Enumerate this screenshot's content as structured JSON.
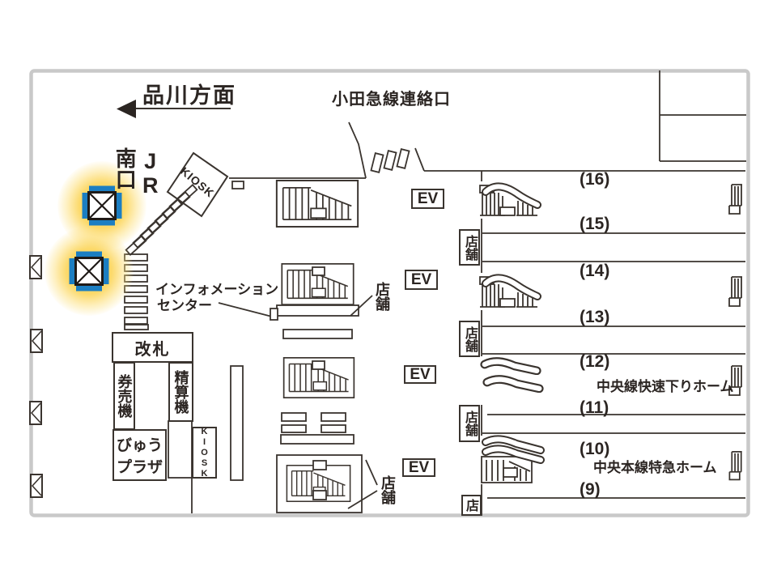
{
  "header": {
    "direction_sign": "品川方面",
    "odakyu_connection": "小田急線連絡口"
  },
  "concourse": {
    "south_exit": "南口",
    "jr": "JR",
    "kiosk_diamond": "KIOSK",
    "information_center_line1": "インフォメーション",
    "information_center_line2": "センター",
    "ticket_gate": "改札",
    "ticket_machines": "券売機",
    "fare_adjustment": "精算機",
    "view_plaza_line1": "びゅう",
    "view_plaza_line2": "プラザ",
    "kiosk_stand": "KIOSK",
    "shop": "店舗",
    "elevator": "EV"
  },
  "platforms": [
    {
      "label": "(16)"
    },
    {
      "label": "(15)"
    },
    {
      "label": "(14)"
    },
    {
      "label": "(13)"
    },
    {
      "label": "(12)"
    },
    {
      "label": "(11)"
    },
    {
      "label": "(10)"
    },
    {
      "label": "(9)"
    }
  ],
  "platform_names": {
    "chuo_rapid_down": "中央線快速下りホーム",
    "chuo_main_express": "中央本線特急ホーム"
  },
  "icons": {
    "direction_arrow": "left-arrow",
    "highlighted_sign": "blue-x-square-sign",
    "edge_sign": "clipped-x-sign",
    "stairs": "stair-hatch",
    "escalator": "curved-rail"
  },
  "colors": {
    "sign_blue": "#1b7ec2",
    "glow_yellow": "#fbd050",
    "line_dark": "#3a342f",
    "frame_gray": "#c9c9c9"
  }
}
